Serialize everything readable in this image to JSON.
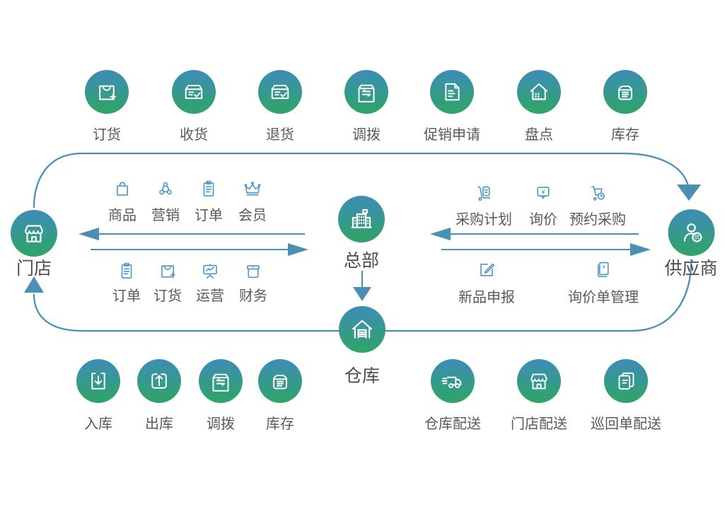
{
  "colors": {
    "node_gradient_top": "#3D8CB9",
    "node_gradient_bottom": "#2FA565",
    "arrow_line": "#4A90B5",
    "small_icon": "#4E95C8",
    "label_text": "#595959"
  },
  "top_row": [
    {
      "label": "订货",
      "icon": "bag-plus-icon"
    },
    {
      "label": "收货",
      "icon": "box-check-icon"
    },
    {
      "label": "退货",
      "icon": "box-check-icon"
    },
    {
      "label": "调拨",
      "icon": "box-swap-icon"
    },
    {
      "label": "促销申请",
      "icon": "document-icon"
    },
    {
      "label": "盘点",
      "icon": "house-dots-icon"
    },
    {
      "label": "库存",
      "icon": "box-lines-icon"
    }
  ],
  "nodes": {
    "store": {
      "label": "门店",
      "icon": "storefront-icon"
    },
    "headquarters": {
      "label": "总部",
      "icon": "building-flag-icon"
    },
    "supplier": {
      "label": "供应商",
      "icon": "person-badge-icon",
      "badge": "供"
    },
    "warehouse": {
      "label": "仓库",
      "icon": "warehouse-icon"
    }
  },
  "store_hq_panel": {
    "row1": [
      {
        "label": "商品",
        "icon": "bag-icon"
      },
      {
        "label": "营销",
        "icon": "cluster-icon"
      },
      {
        "label": "订单",
        "icon": "clipboard-icon"
      },
      {
        "label": "会员",
        "icon": "crown-icon"
      }
    ],
    "row2": [
      {
        "label": "订单",
        "icon": "clipboard-icon"
      },
      {
        "label": "订货",
        "icon": "bag-plus-icon"
      },
      {
        "label": "运营",
        "icon": "presentation-chart-icon"
      },
      {
        "label": "财务",
        "icon": "cashbox-yen-icon"
      }
    ]
  },
  "hq_supplier_panel": {
    "row1": [
      {
        "label": "采购计划",
        "icon": "cart-document-icon"
      },
      {
        "label": "询价",
        "icon": "bubble-yen-icon"
      },
      {
        "label": "预约采购",
        "icon": "cart-clock-icon"
      }
    ],
    "row2": [
      {
        "label": "新品申报",
        "icon": "edit-pencil-icon"
      },
      {
        "label": "询价单管理",
        "icon": "document-yen-icon"
      }
    ]
  },
  "warehouse_row": [
    {
      "label": "入库",
      "icon": "arrow-in-icon"
    },
    {
      "label": "出库",
      "icon": "arrow-out-icon"
    },
    {
      "label": "调拨",
      "icon": "box-swap-icon"
    },
    {
      "label": "库存",
      "icon": "box-lines-icon"
    }
  ],
  "delivery_row": [
    {
      "label": "仓库配送",
      "icon": "truck-icon"
    },
    {
      "label": "门店配送",
      "icon": "storefront-icon"
    },
    {
      "label": "巡回单配送",
      "icon": "docs-stack-icon"
    }
  ]
}
